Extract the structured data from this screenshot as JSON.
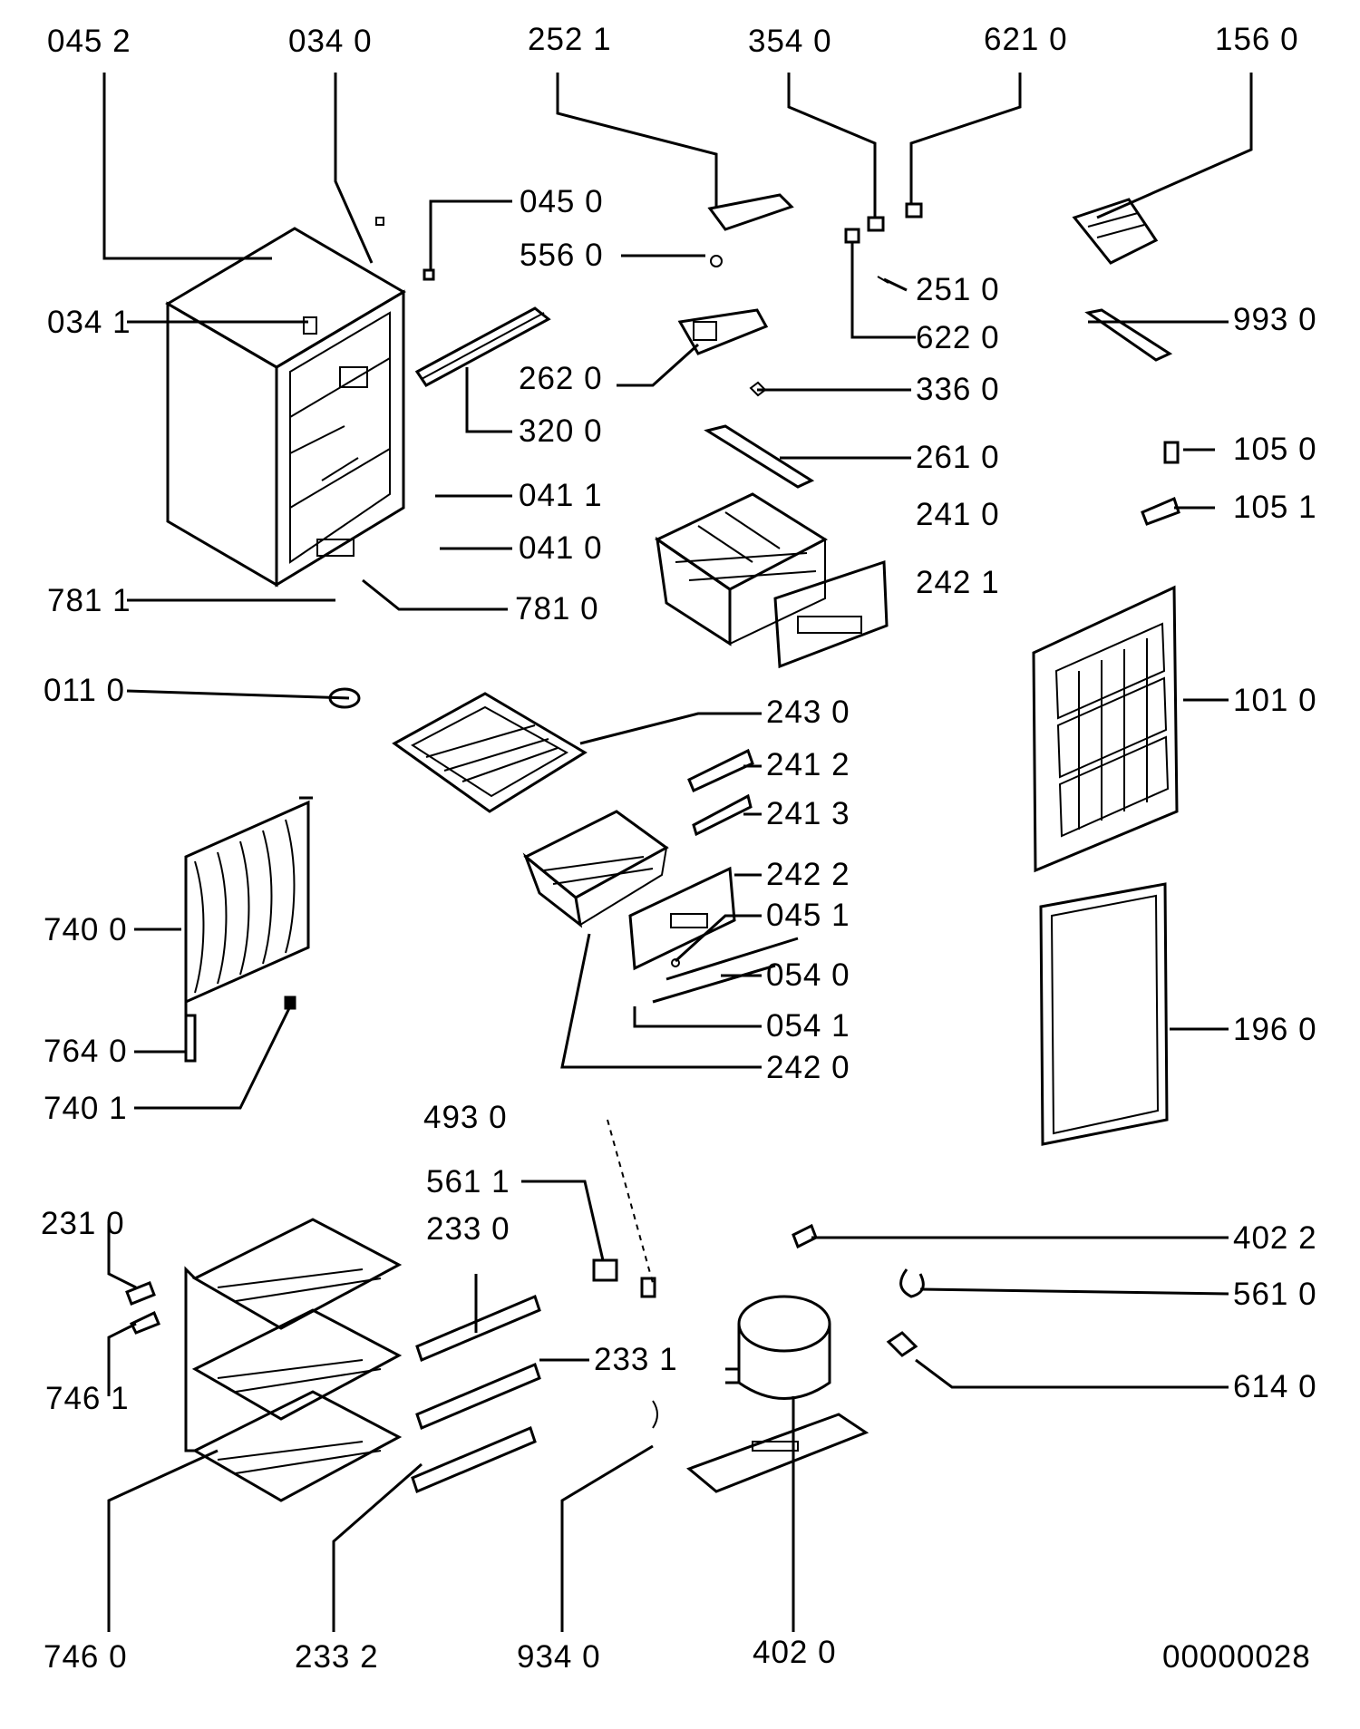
{
  "diagram": {
    "labels": [
      "045 2",
      "034 0",
      "252 1",
      "354 0",
      "621 0",
      "156 0",
      "045 0",
      "556 0",
      "251 0",
      "034 1",
      "993 0",
      "622 0",
      "262 0",
      "336 0",
      "320 0",
      "261 0",
      "105 0",
      "041 1",
      "241 0",
      "105 1",
      "041 0",
      "242 1",
      "781 1",
      "781 0",
      "011 0",
      "101 0",
      "243 0",
      "241 2",
      "241 3",
      "242 2",
      "045 1",
      "740 0",
      "054 0",
      "054 1",
      "196 0",
      "764 0",
      "242 0",
      "740 1",
      "493 0",
      "561 1",
      "231 0",
      "233 0",
      "402 2",
      "561 0",
      "233 1",
      "746 1",
      "614 0",
      "746 0",
      "233 2",
      "934 0",
      "402 0",
      "00000028"
    ]
  }
}
